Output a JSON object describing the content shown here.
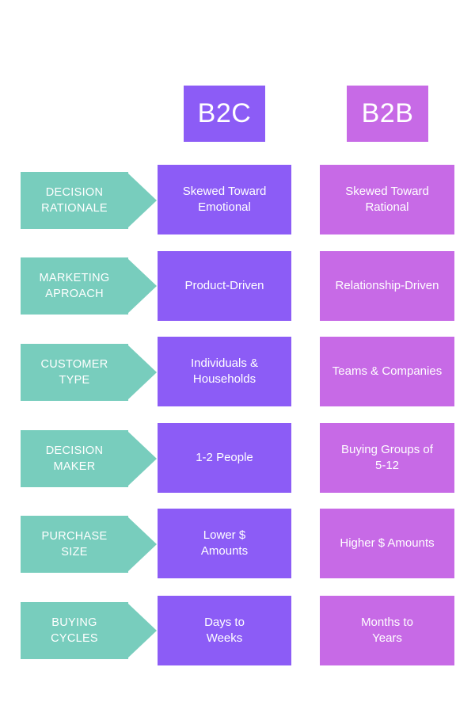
{
  "colors": {
    "b2c": "#8c5cf6",
    "b2b": "#c76ae6",
    "label": "#78cdbd"
  },
  "headers": {
    "b2c": "B2C",
    "b2b": "B2B"
  },
  "rows": [
    {
      "label": "DECISION\nRATIONALE",
      "b2c": "Skewed Toward\nEmotional",
      "b2b": "Skewed Toward\nRational"
    },
    {
      "label": "MARKETING\nAPROACH",
      "b2c": "Product-Driven",
      "b2b": "Relationship-Driven"
    },
    {
      "label": "CUSTOMER\nTYPE",
      "b2c": "Individuals &\nHouseholds",
      "b2b": "Teams & Companies"
    },
    {
      "label": "DECISION\nMAKER",
      "b2c": "1-2 People",
      "b2b": "Buying Groups of\n5-12"
    },
    {
      "label": "PURCHASE\nSIZE",
      "b2c": "Lower $\nAmounts",
      "b2b": "Higher $ Amounts"
    },
    {
      "label": "BUYING\nCYCLES",
      "b2c": "Days to\nWeeks",
      "b2b": "Months to\nYears"
    }
  ]
}
